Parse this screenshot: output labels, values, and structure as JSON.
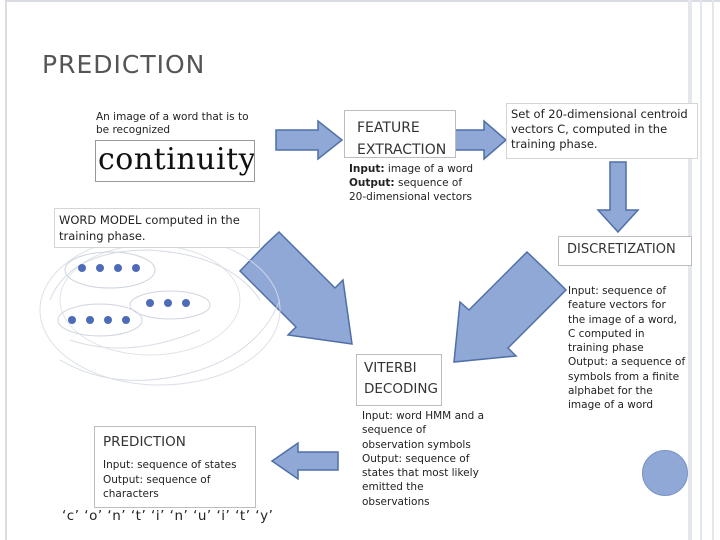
{
  "slide": {
    "title": "PREDICTION"
  },
  "input_image": {
    "caption": "An image of a word that is to be recognized",
    "word": "continuity"
  },
  "feature_extraction": {
    "label": "FEATURE EXTRACTION",
    "input_key": "Input:",
    "input_text": " image of a word",
    "output_key": "Output:",
    "output_text": " sequence of 20-dimensional vectors"
  },
  "centroids": {
    "text": "Set of 20-dimensional centroid vectors C, computed in the training phase."
  },
  "word_model": {
    "text": "WORD MODEL computed in the training phase."
  },
  "discretization": {
    "label": "DISCRETIZATION",
    "input_key": "Input:",
    "input_text": " sequence of feature vectors for the image of a word, C computed in training phase",
    "output_key": "Output:",
    "output_text": " a sequence of symbols from a finite alphabet for the image of a word"
  },
  "viterbi": {
    "label": "VITERBI DECODING",
    "input_key": "Input:",
    "input_text": " word HMM and a sequence of observation symbols",
    "output_key": "Output:",
    "output_text": " sequence of states that most likely emitted the observations"
  },
  "prediction_box": {
    "label": "PREDICTION",
    "input_key": "Input:",
    "input_text": " sequence of states",
    "output_key": "Output:",
    "output_text": " sequence of characters"
  },
  "characters": "‘c’ ‘o’ ‘n’ ‘t’ ‘i’ ‘n’ ‘u’ ‘i’ ‘t’ ‘y’",
  "colors": {
    "arrow_fill": "#8fa8d6",
    "arrow_stroke": "#4f6fa8",
    "node_fill": "#3b5bb0",
    "decor_circle": "#8fa8d6"
  }
}
